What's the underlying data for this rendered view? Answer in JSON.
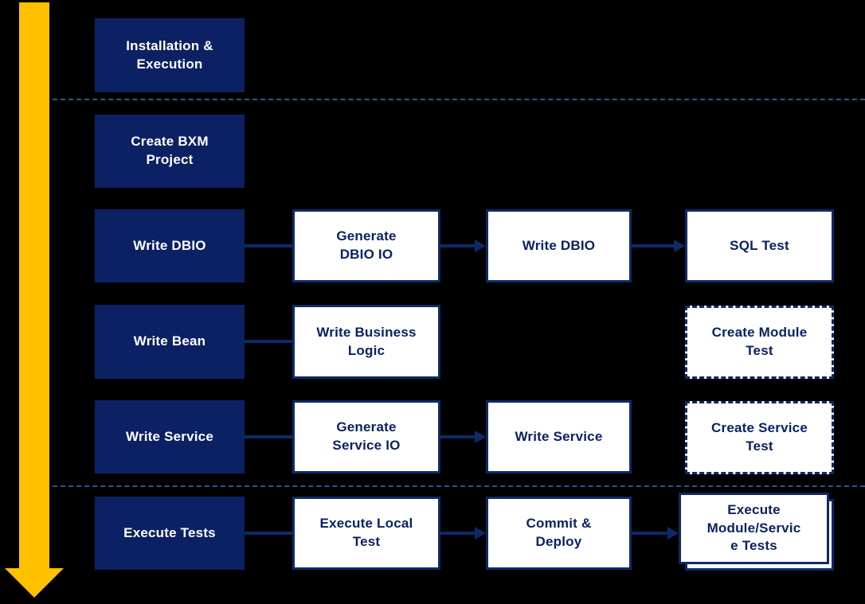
{
  "palette": {
    "background": "#000000",
    "navy": "#0b2163",
    "box_border": "#0d2a67",
    "white": "#ffffff",
    "yellow": "#ffc000",
    "separator_blue": "#2e5395"
  },
  "icons": {
    "timeline_arrow": "down-arrow-icon",
    "flow_arrow": "arrow-right-icon"
  },
  "boxes": {
    "installation_execution": "Installation &\nExecution",
    "create_bxm_project": "Create BXM\nProject",
    "write_dbio": "Write DBIO",
    "generate_dbio_io": "Generate\nDBIO IO",
    "write_dbio_step": "Write DBIO",
    "sql_test": "SQL Test",
    "write_bean": "Write Bean",
    "write_business_logic": "Write Business\nLogic",
    "create_module_test": "Create Module\nTest",
    "write_service": "Write Service",
    "generate_service_io": "Generate\nService IO",
    "write_service_step": "Write Service",
    "create_service_test": "Create Service\nTest",
    "execute_tests": "Execute Tests",
    "execute_local_test": "Execute Local\nTest",
    "commit_deploy": "Commit &\nDeploy",
    "execute_module_service_tests": "Execute\nModule/Servic\ne Tests"
  }
}
